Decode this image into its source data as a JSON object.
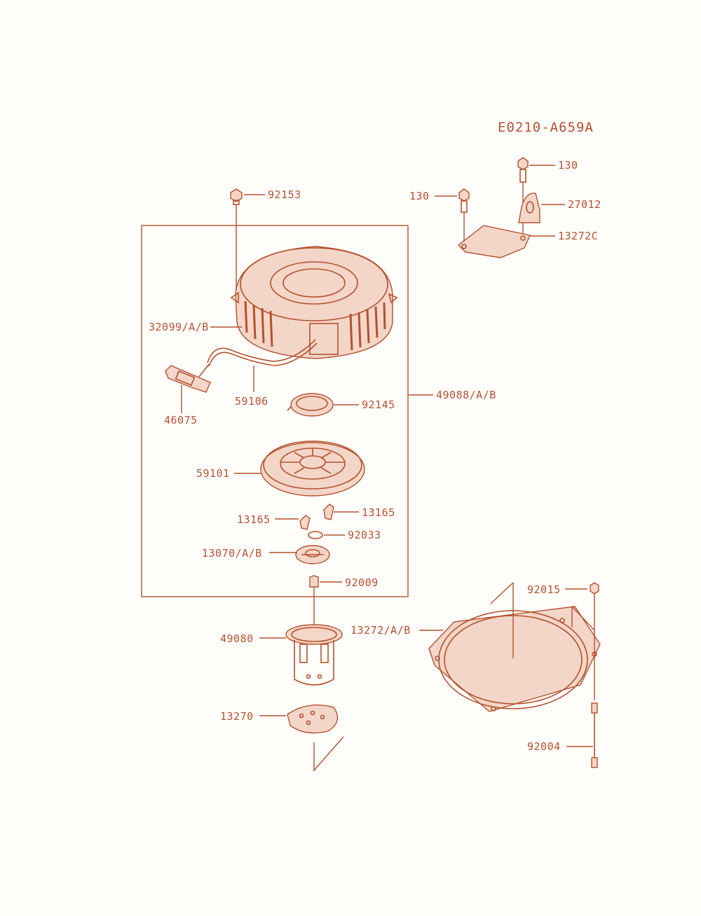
{
  "diagram_code": "E0210-A659A",
  "colors": {
    "line": "#b4512e",
    "background": "#fffefb"
  },
  "callouts": {
    "c130a": "130",
    "c130b": "130",
    "c27012": "27012",
    "c13272c": "13272C",
    "c92153": "92153",
    "c32099": "32099/A/B",
    "c46075": "46075",
    "c59106": "59106",
    "c92145": "92145",
    "c49088": "49088/A/B",
    "c59101": "59101",
    "c13165a": "13165",
    "c13165b": "13165",
    "c92033": "92033",
    "c13070": "13070/A/B",
    "c92009": "92009",
    "c49080": "49080",
    "c13270": "13270",
    "c92015": "92015",
    "c13272ab": "13272/A/B",
    "c92004": "92004"
  }
}
